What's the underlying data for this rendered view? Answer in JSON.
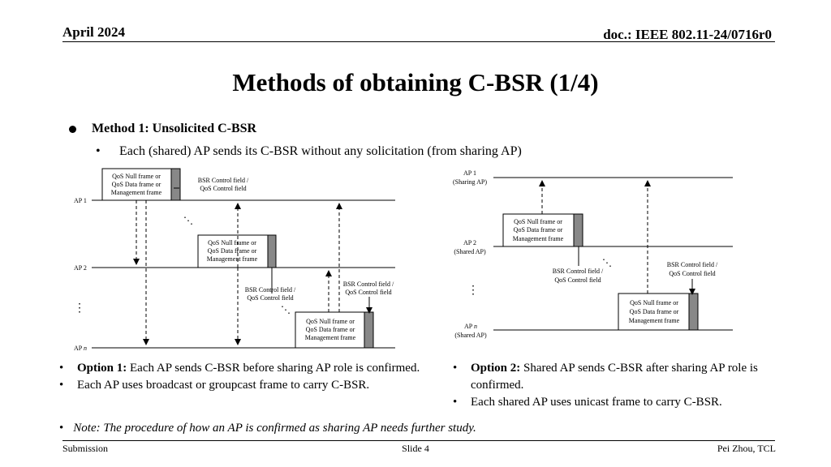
{
  "header": {
    "date": "April 2024",
    "doc": "doc.: IEEE 802.11-24/0716r0"
  },
  "title": "Methods of obtaining C-BSR (1/4)",
  "bullets": {
    "method": "Method 1: Unsolicited C-BSR",
    "sub": "Each (shared) AP sends its C-BSR without any solicitation (from sharing AP)"
  },
  "diagram_left": {
    "ap_labels": {
      "ap1": "AP 1",
      "ap2": "AP 2",
      "apn_prefix": "AP ",
      "apn_var": "n"
    },
    "frame_box": [
      "QoS Null frame or",
      "QoS Data frame or",
      "Management frame"
    ],
    "bsr_label": [
      "BSR Control field /",
      "QoS Control field"
    ],
    "vdots": "⋮",
    "ddots": "⋱"
  },
  "diagram_right": {
    "ap1": [
      "AP 1",
      "(Sharing AP)"
    ],
    "ap2": [
      "AP 2",
      "(Shared AP)"
    ],
    "apn": {
      "prefix": "AP ",
      "var": "n",
      "sub": "(Shared AP)"
    },
    "frame_box": [
      "QoS Null frame or",
      "QoS Data frame or",
      "Management frame"
    ],
    "bsr_label": [
      "BSR Control field /",
      "QoS Control field"
    ],
    "vdots": "⋮",
    "ddots": "⋱"
  },
  "options": {
    "left": [
      {
        "bold": "Option 1:",
        "text": " Each AP sends C-BSR before sharing AP role is confirmed."
      },
      {
        "bold": "",
        "text": "Each AP uses broadcast or groupcast frame to carry C-BSR."
      }
    ],
    "right": [
      {
        "bold": "Option 2:",
        "text": " Shared AP sends C-BSR after sharing AP role is confirmed."
      },
      {
        "bold": "",
        "text": "Each shared AP uses unicast frame to carry C-BSR."
      }
    ]
  },
  "note": "Note: The procedure of how an AP is confirmed as sharing AP needs further study.",
  "bullet_char": "•",
  "footer": {
    "left": "Submission",
    "center": "Slide 4",
    "right": "Pei Zhou, TCL"
  }
}
